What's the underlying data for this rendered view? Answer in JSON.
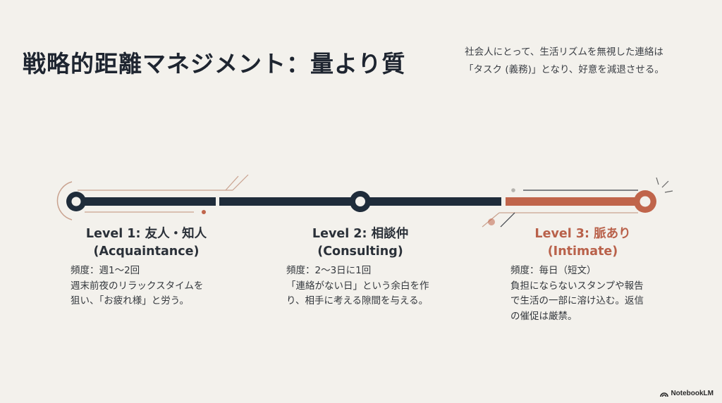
{
  "header": {
    "title": "戦略的距離マネジメント：量より質",
    "subtitle_lines": [
      "社会人にとって、生活リズムを無視した連絡は",
      "「タスク (義務)」となり、好意を減退させる。"
    ]
  },
  "colors": {
    "background": "#f3f1ec",
    "navy": "#1f2c3a",
    "accent": "#c0654b",
    "thin_line": "#c9a28f"
  },
  "levels": [
    {
      "title": "Level 1: 友人・知人",
      "subtitle": "(Acquaintance)",
      "frequency": "頻度：週1〜2回",
      "description_lines": [
        "週末前夜のリラックスタイムを",
        "狙い、「お疲れ様」と労う。"
      ]
    },
    {
      "title": "Level 2: 相談仲",
      "subtitle": "(Consulting)",
      "frequency": "頻度：2〜3日に1回",
      "description_lines": [
        "「連絡がない日」という余白を作",
        "り、相手に考える隙間を与える。"
      ]
    },
    {
      "title": "Level 3: 脈あり",
      "subtitle": "(Intimate)",
      "frequency": "頻度：毎日（短文）",
      "description_lines": [
        "負担にならないスタンプや報告",
        "で生活の一部に溶け込む。返信",
        "の催促は厳禁。"
      ]
    }
  ],
  "branding": {
    "label": "NotebookLM",
    "icon": "notebooklm-logo-icon"
  }
}
